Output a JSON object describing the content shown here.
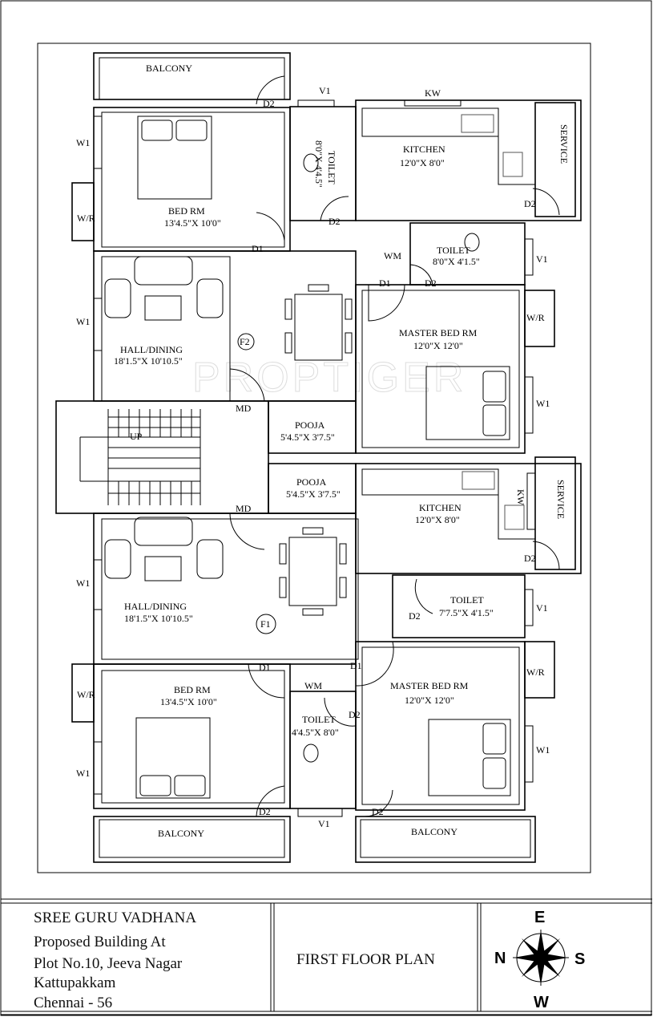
{
  "watermark": "PROPTIGER",
  "plan": {
    "top_unit": {
      "balcony": "BALCONY",
      "bed_rm": {
        "name": "BED RM",
        "size": "13'4.5\"X 10'0\""
      },
      "toilet1": {
        "name": "TOILET",
        "size": "8'0\"X 4'4.5\""
      },
      "kitchen": {
        "name": "KITCHEN",
        "size": "12'0\"X 8'0\""
      },
      "service": "SERVICE",
      "toilet2": {
        "name": "TOILET",
        "size": "8'0\"X 4'1.5\""
      },
      "master_bed_rm": {
        "name": "MASTER BED RM",
        "size": "12'0\"X 12'0\""
      },
      "hall": {
        "name": "HALL/DINING",
        "size": "18'1.5\"X 10'10.5\""
      },
      "pooja": {
        "name": "POOJA",
        "size": "5'4.5\"X 3'7.5\""
      },
      "flat_tag": "F2"
    },
    "bottom_unit": {
      "pooja": {
        "name": "POOJA",
        "size": "5'4.5\"X 3'7.5\""
      },
      "kitchen": {
        "name": "KITCHEN",
        "size": "12'0\"X 8'0\""
      },
      "service": "SERVICE",
      "toilet2": {
        "name": "TOILET",
        "size": "7'7.5\"X 4'1.5\""
      },
      "hall": {
        "name": "HALL/DINING",
        "size": "18'1.5\"X 10'10.5\""
      },
      "flat_tag": "F1",
      "bed_rm": {
        "name": "BED RM",
        "size": "13'4.5\"X 10'0\""
      },
      "toilet1": {
        "name": "TOILET",
        "size": "4'4.5\"X 8'0\""
      },
      "master_bed_rm": {
        "name": "MASTER BED RM",
        "size": "12'0\"X 12'0\""
      },
      "balcony_left": "BALCONY",
      "balcony_right": "BALCONY"
    },
    "stair_label": "UP",
    "tags": {
      "d1": "D1",
      "d2": "D2",
      "md": "MD",
      "v1": "V1",
      "kw": "KW",
      "w1": "W1",
      "wr": "W/R",
      "wm": "WM"
    }
  },
  "title_block": {
    "project": "SREE GURU VADHANA",
    "line2": "Proposed Building At",
    "line3": "Plot No.10, Jeeva Nagar",
    "line4": "Kattupakkam",
    "line5": "Chennai - 56",
    "drawing_title": "FIRST FLOOR PLAN",
    "compass": {
      "top": "E",
      "left": "N",
      "right": "S",
      "bottom": "W"
    }
  }
}
